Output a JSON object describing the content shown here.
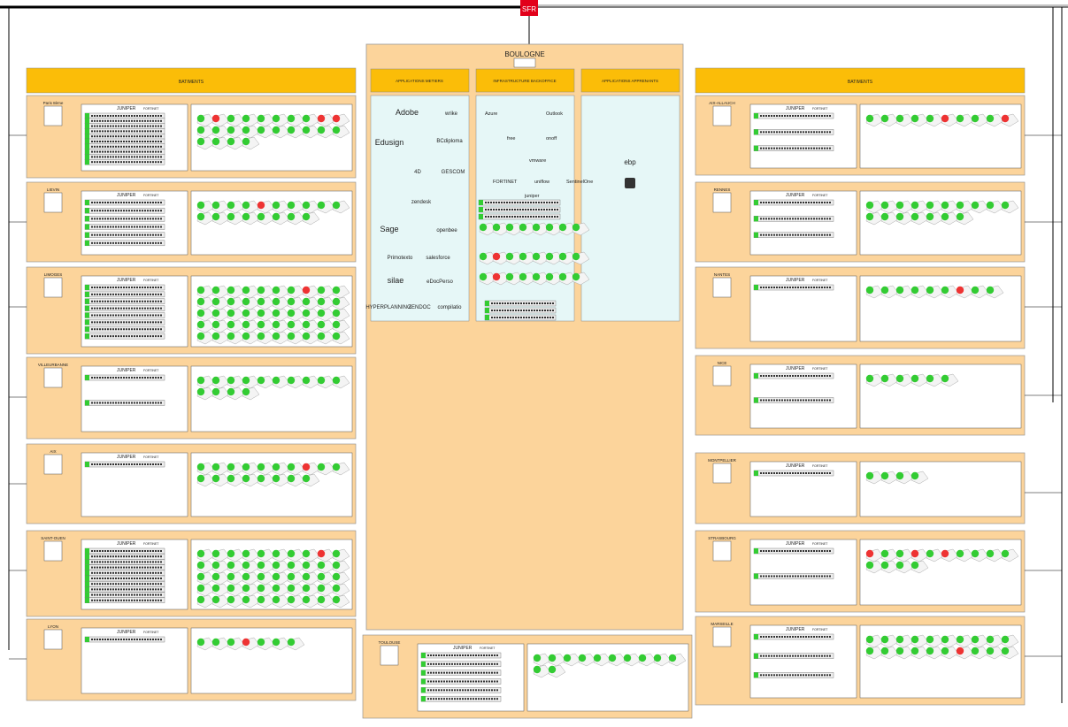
{
  "sfr_label": "SFR",
  "left_header": "BATIMENTS",
  "right_header": "BATIMENTS",
  "boulogne": {
    "title": "BOULOGNE",
    "columns": [
      "APPLICATIONS METIERS",
      "INFRASTRUCTURE BACKOFFICE",
      "APPLICATIONS APPRENANTS"
    ],
    "logos_metiers": [
      "Adobe",
      "wrike",
      "Edusign",
      "BCdiploma",
      "4D",
      "GESCOM",
      "zendesk",
      "Sage",
      "openbee",
      "Primotexto",
      "salesforce",
      "silae",
      "eDocPerso",
      "HYPERPLANNING",
      "ZENDOC",
      "compilatio"
    ],
    "logos_infra": [
      "Azure",
      "Outlook",
      "free",
      "onoff",
      "vmware",
      "FORTINET",
      "uniflow",
      "SentinelOne",
      "juniper"
    ],
    "logos_apprenants": [
      "ebp"
    ]
  },
  "left_sites": [
    "Paris 8ème",
    "LIEVIN",
    "LIMOGES",
    "VILLEURBANNE",
    "AIX",
    "SAINT-OUEN",
    "LYON"
  ],
  "right_sites": [
    "AIX-ALLAUCH",
    "RENNES",
    "NANTES",
    "NICE",
    "MONTPELLIER",
    "STRASBOURG",
    "MARSEILLE"
  ],
  "toulouse": "TOULOUSE",
  "vendor_juniper": "JUNIPER",
  "vendor_fortinet": "FORTINET",
  "colors": {
    "orange_panel": "#fcd49b",
    "yellow_header": "#fbbd08",
    "ap_green": "#33cc33",
    "ap_red": "#ee3333",
    "sfr_red": "#e2001a",
    "boulogne_bg": "#fcd49b"
  }
}
